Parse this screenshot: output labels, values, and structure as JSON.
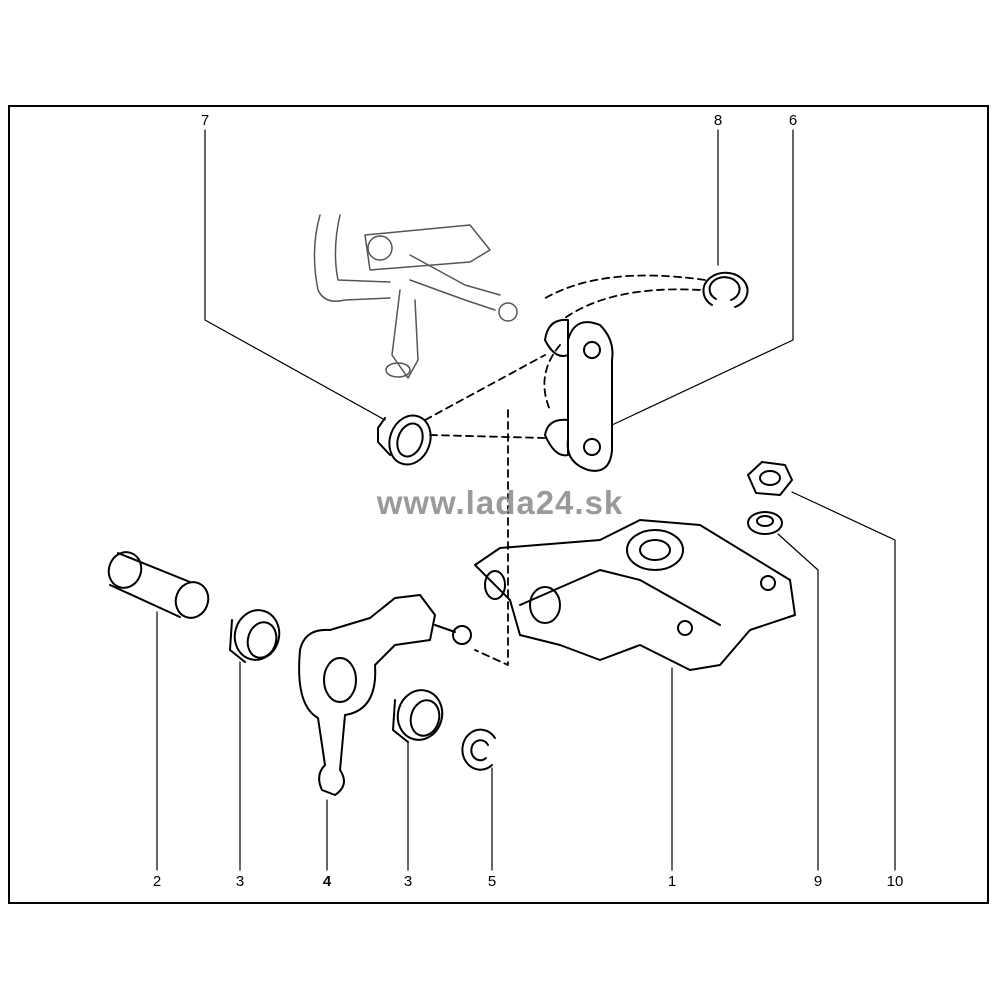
{
  "watermark": "www.lada24.sk",
  "callouts": {
    "top": [
      "7",
      "8",
      "6"
    ],
    "bottom": [
      "2",
      "3",
      "4",
      "3",
      "5",
      "1",
      "9",
      "10"
    ]
  }
}
